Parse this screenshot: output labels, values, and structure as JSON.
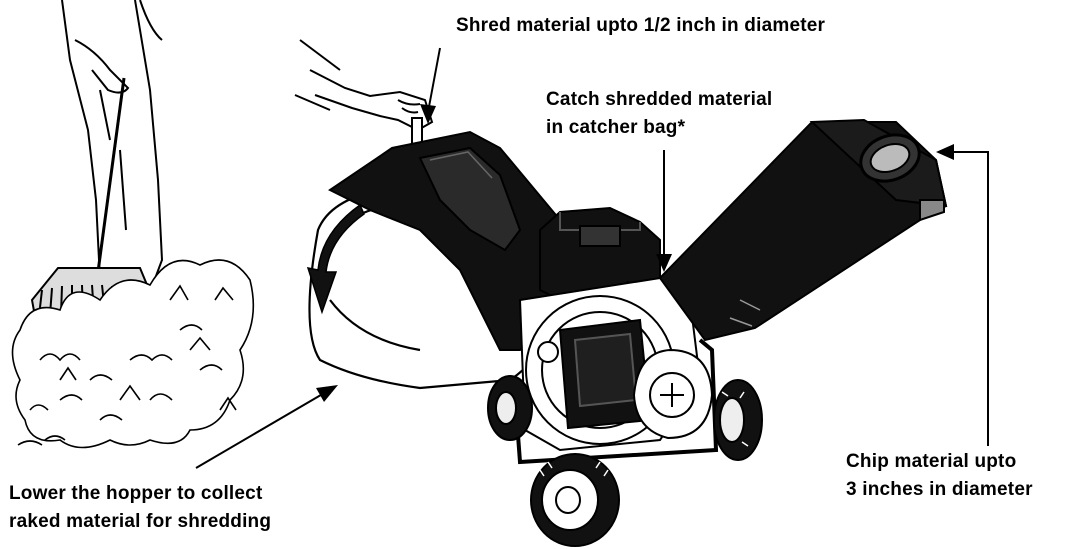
{
  "labels": {
    "shred": "Shred material upto 1/2 inch in diameter",
    "catch": [
      "Catch shredded material",
      "in catcher bag*"
    ],
    "chip": [
      "Chip material upto",
      "3 inches in diameter"
    ],
    "lower": [
      "Lower the hopper to collect",
      "raked material for shredding"
    ]
  },
  "colors": {
    "ink": "#000000",
    "paper": "#ffffff",
    "machine_dark": "#0d0d0d",
    "machine_mid": "#9a9a9a"
  }
}
